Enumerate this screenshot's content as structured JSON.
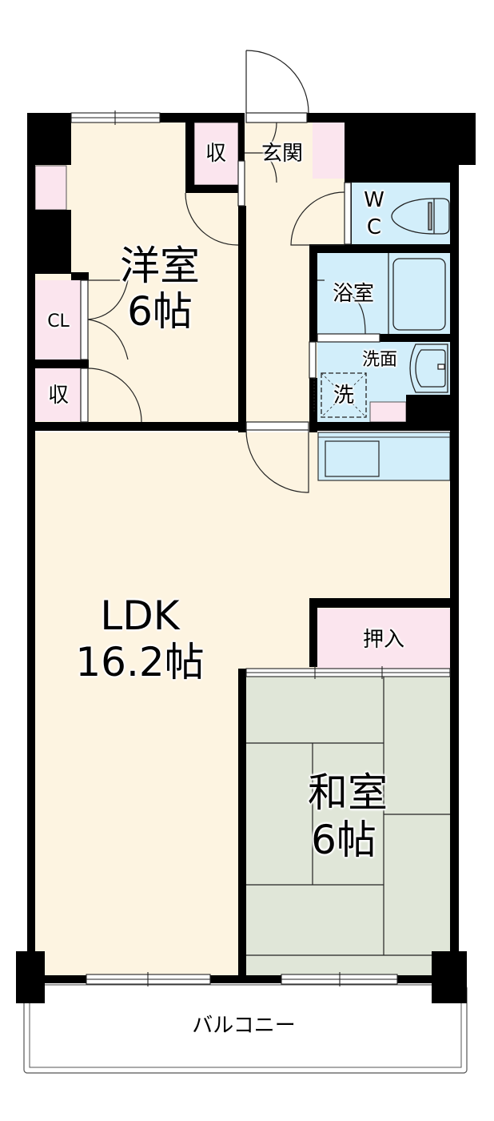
{
  "floor_plan": {
    "layout": "1LDK+",
    "colors": {
      "wall": "#000000",
      "floor_wood": "#fdf4e1",
      "storage": "#fbe5ee",
      "wet_area": "#d2eefa",
      "tatami": "#e0e6d8",
      "balcony": "#ffffff"
    },
    "rooms": {
      "western": {
        "name": "洋室",
        "size": "6帖"
      },
      "ldk": {
        "name": "LDK",
        "size": "16.2帖"
      },
      "japanese": {
        "name": "和室",
        "size": "6帖"
      },
      "entrance": {
        "name": "玄関"
      },
      "wc": {
        "line1": "W",
        "line2": "C"
      },
      "bath": {
        "name": "浴室"
      },
      "washroom": {
        "name": "洗面"
      },
      "washer": {
        "name": "洗"
      },
      "closet": {
        "name": "CL"
      },
      "storage_upper": {
        "name": "収"
      },
      "storage_lower": {
        "name": "収"
      },
      "oshiire": {
        "name": "押入"
      },
      "balcony": {
        "name": "バルコニー"
      }
    }
  }
}
